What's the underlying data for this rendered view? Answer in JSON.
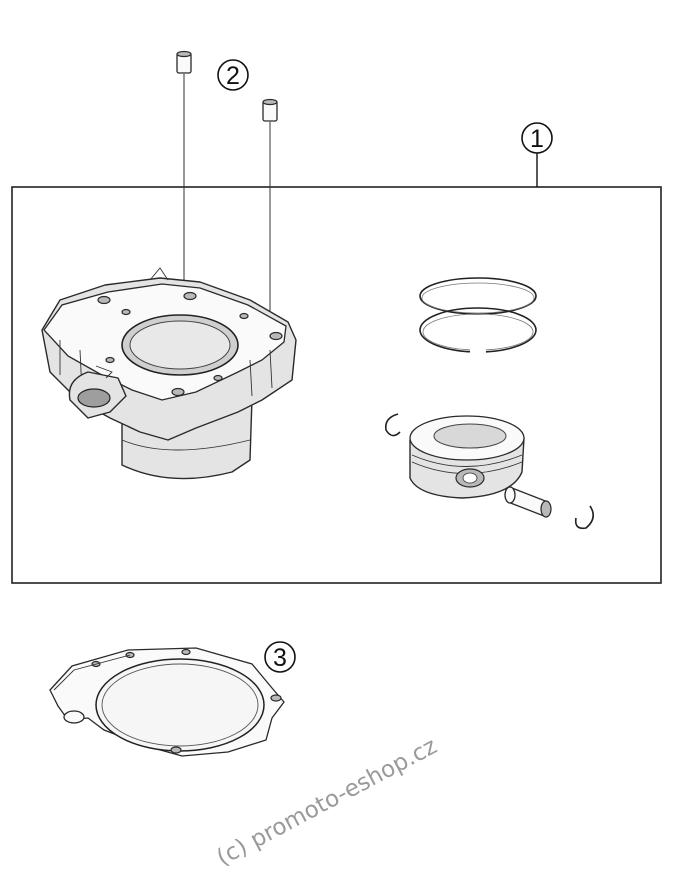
{
  "callouts": [
    {
      "id": "1",
      "label": "1"
    },
    {
      "id": "2",
      "label": "2"
    },
    {
      "id": "3",
      "label": "3"
    }
  ],
  "watermark": "(c) promoto-eshop.cz"
}
